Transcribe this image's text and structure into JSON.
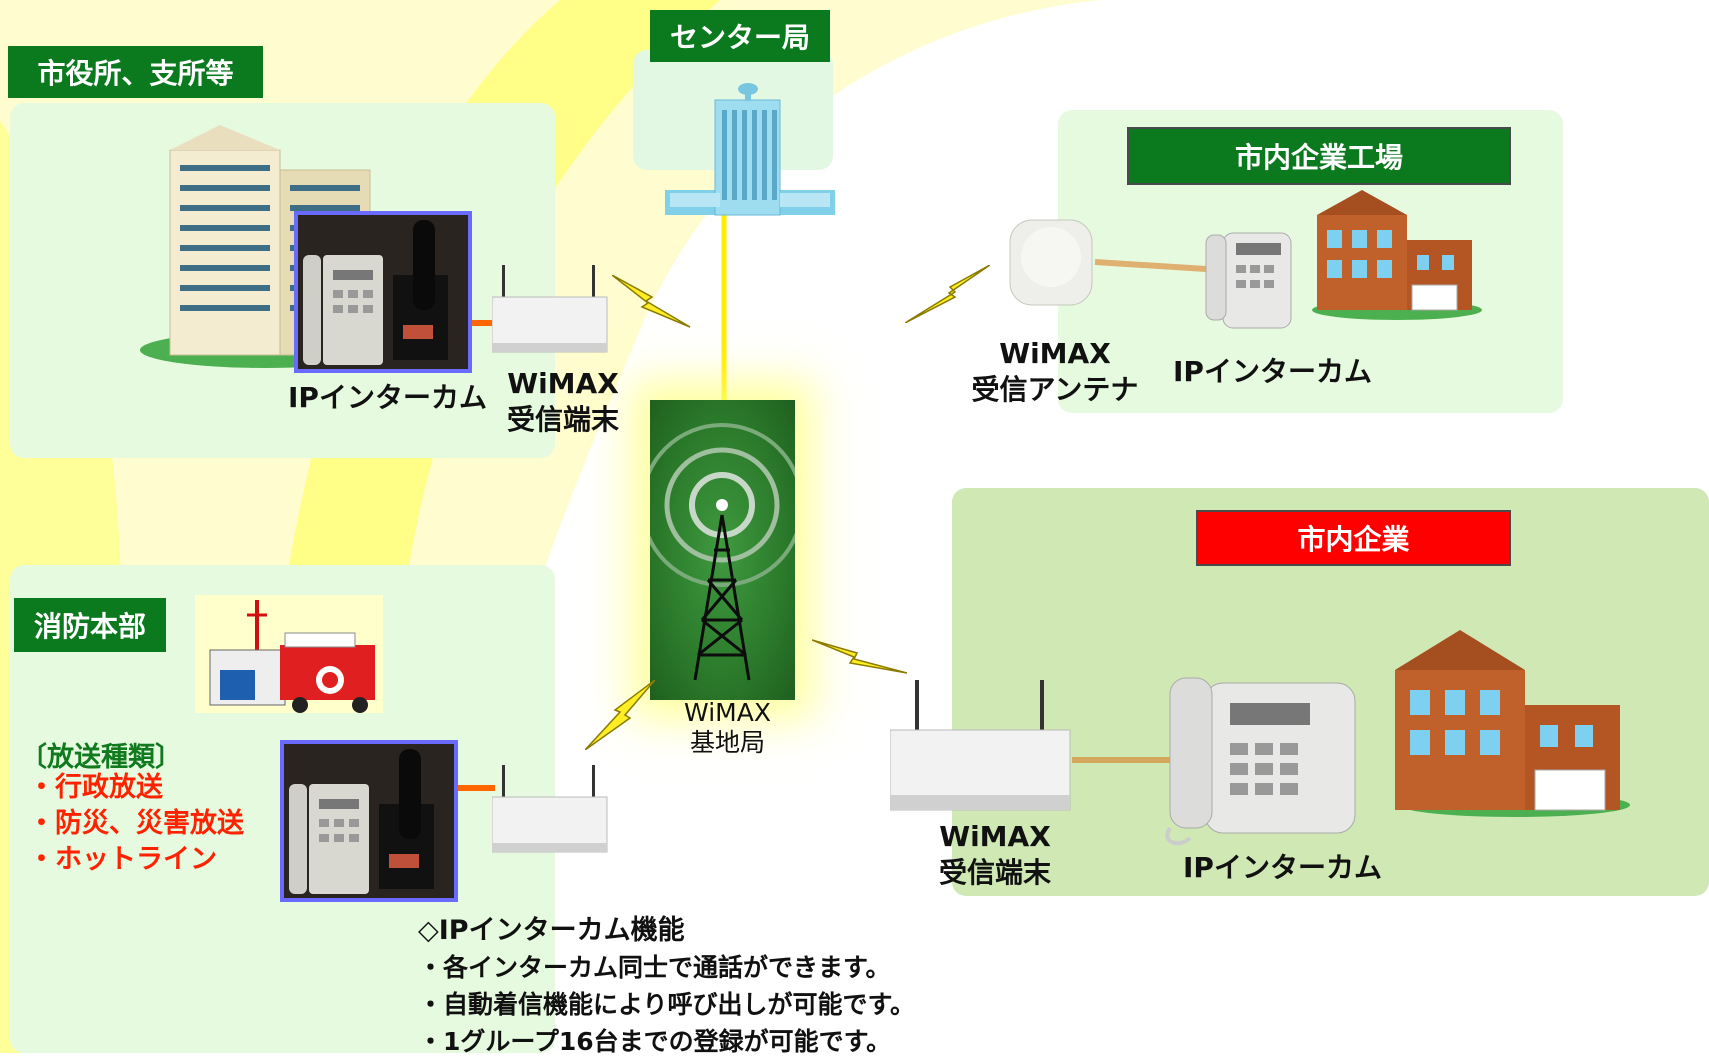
{
  "labels": {
    "city_hall": "市役所、支所等",
    "center": "センター局",
    "factory": "市内企業工場",
    "company": "市内企業",
    "fire": "消防本部"
  },
  "captions": {
    "ip_intercom_1": "IPインターカム",
    "wimax_terminal_1": "WiMAX\n受信端末",
    "wimax_antenna": "WiMAX\n受信アンテナ",
    "ip_intercom_2": "IPインターカム",
    "base_station": "WiMAX\n基地局",
    "wimax_terminal_2": "WiMAX\n受信端末",
    "ip_intercom_3": "IPインターカム"
  },
  "broadcast": {
    "header": "〔放送種類〕",
    "items": [
      "・行政放送",
      "・防災、災害放送",
      "・ホットライン"
    ]
  },
  "functions": {
    "header": "◇IPインターカム機能",
    "items": [
      "・各インターカム同士で通話ができます。",
      "・自動着信機能により呼び出しが可能です。",
      "・1グループ16台までの登録が可能です。"
    ]
  },
  "colors": {
    "label_green": "#0b7a1f",
    "label_red": "#ff0000",
    "panel_light": "#e8fbe0",
    "panel_mid": "#cfe9b4",
    "background_swirl": "#ffff66",
    "tower_green": "#2e7d32",
    "signal_yellow": "#ffee00"
  },
  "icons": [
    "building-icon",
    "tower-icon",
    "antenna-icon",
    "phone-icon",
    "router-icon",
    "fire-truck-icon",
    "lightning-icon"
  ]
}
